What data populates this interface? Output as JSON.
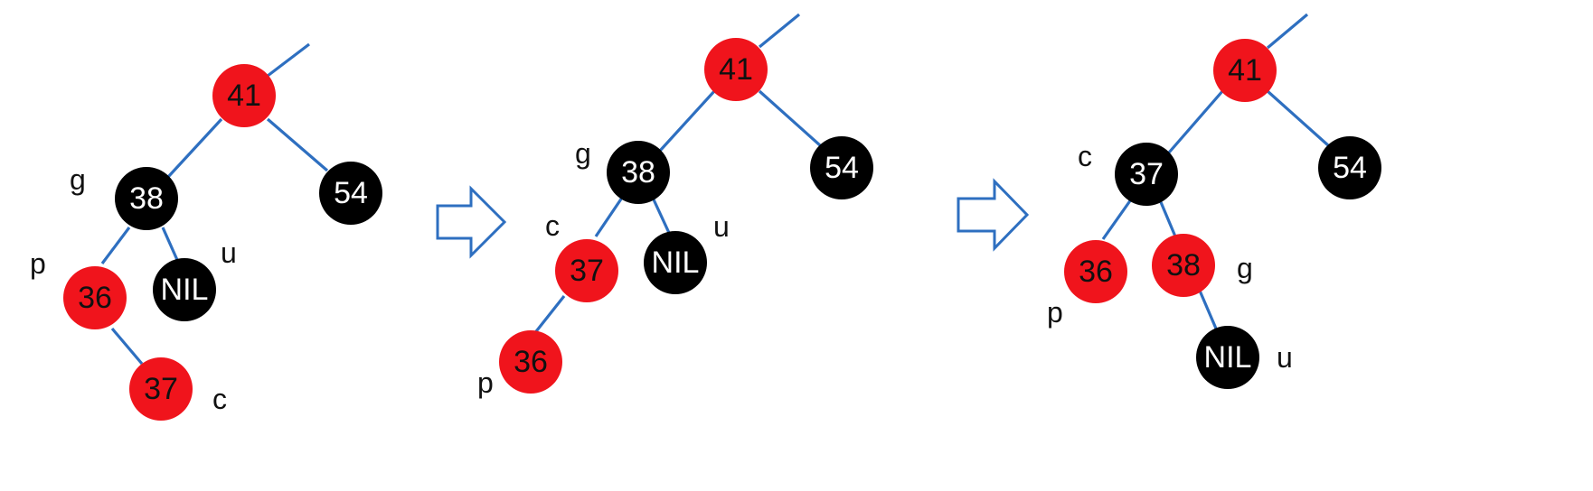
{
  "colors": {
    "red_node": "#f0141c",
    "black_node": "#000000",
    "edge": "#2e6fc0",
    "arrow_outline": "#2e6fc0",
    "text_on_red": "#111111",
    "text_on_black": "#ffffff",
    "tag": "#111111"
  },
  "trees": [
    {
      "nodes": [
        {
          "id": "41",
          "label": "41",
          "color": "red"
        },
        {
          "id": "38",
          "label": "38",
          "color": "black"
        },
        {
          "id": "54",
          "label": "54",
          "color": "black"
        },
        {
          "id": "36",
          "label": "36",
          "color": "red"
        },
        {
          "id": "nil",
          "label": "NIL",
          "color": "black"
        },
        {
          "id": "37",
          "label": "37",
          "color": "red"
        }
      ],
      "tags": [
        {
          "text": "g",
          "node": "38"
        },
        {
          "text": "p",
          "node": "36"
        },
        {
          "text": "u",
          "node": "nil"
        },
        {
          "text": "c",
          "node": "37"
        }
      ]
    },
    {
      "nodes": [
        {
          "id": "41",
          "label": "41",
          "color": "red"
        },
        {
          "id": "38",
          "label": "38",
          "color": "black"
        },
        {
          "id": "54",
          "label": "54",
          "color": "black"
        },
        {
          "id": "37",
          "label": "37",
          "color": "red"
        },
        {
          "id": "nil",
          "label": "NIL",
          "color": "black"
        },
        {
          "id": "36",
          "label": "36",
          "color": "red"
        }
      ],
      "tags": [
        {
          "text": "g",
          "node": "38"
        },
        {
          "text": "c",
          "node": "37"
        },
        {
          "text": "u",
          "node": "nil"
        },
        {
          "text": "p",
          "node": "36"
        }
      ]
    },
    {
      "nodes": [
        {
          "id": "41",
          "label": "41",
          "color": "red"
        },
        {
          "id": "37",
          "label": "37",
          "color": "black"
        },
        {
          "id": "54",
          "label": "54",
          "color": "black"
        },
        {
          "id": "36",
          "label": "36",
          "color": "red"
        },
        {
          "id": "38",
          "label": "38",
          "color": "red"
        },
        {
          "id": "nil",
          "label": "NIL",
          "color": "black"
        }
      ],
      "tags": [
        {
          "text": "c",
          "node": "37"
        },
        {
          "text": "p",
          "node": "36"
        },
        {
          "text": "g",
          "node": "38"
        },
        {
          "text": "u",
          "node": "nil"
        }
      ]
    }
  ]
}
